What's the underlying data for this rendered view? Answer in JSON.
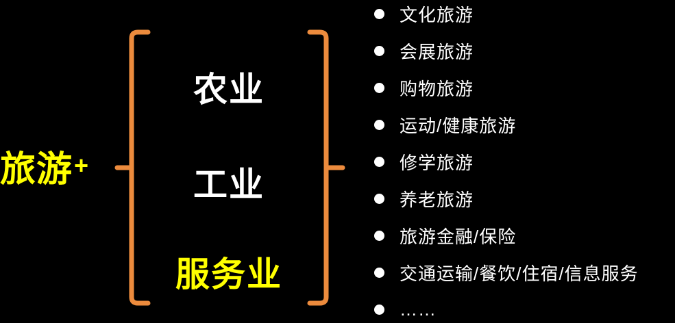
{
  "page": {
    "background_color": "#000000"
  },
  "colors": {
    "accent_yellow": "#FFFF00",
    "bracket_orange": "#EC8B3D",
    "text_white": "#FFFFFF"
  },
  "left_label": {
    "text": "旅游",
    "plus": "+"
  },
  "bracket": {
    "industries": [
      {
        "label": "农业",
        "color": "#FFFFFF"
      },
      {
        "label": "工业",
        "color": "#FFFFFF"
      },
      {
        "label": "服务业",
        "color": "#FFFF00"
      }
    ]
  },
  "list": {
    "items": [
      "文化旅游",
      "会展旅游",
      "购物旅游",
      "运动/健康旅游",
      "修学旅游",
      "养老旅游",
      "旅游金融/保险",
      "交通运输/餐饮/住宿/信息服务",
      "……"
    ]
  }
}
